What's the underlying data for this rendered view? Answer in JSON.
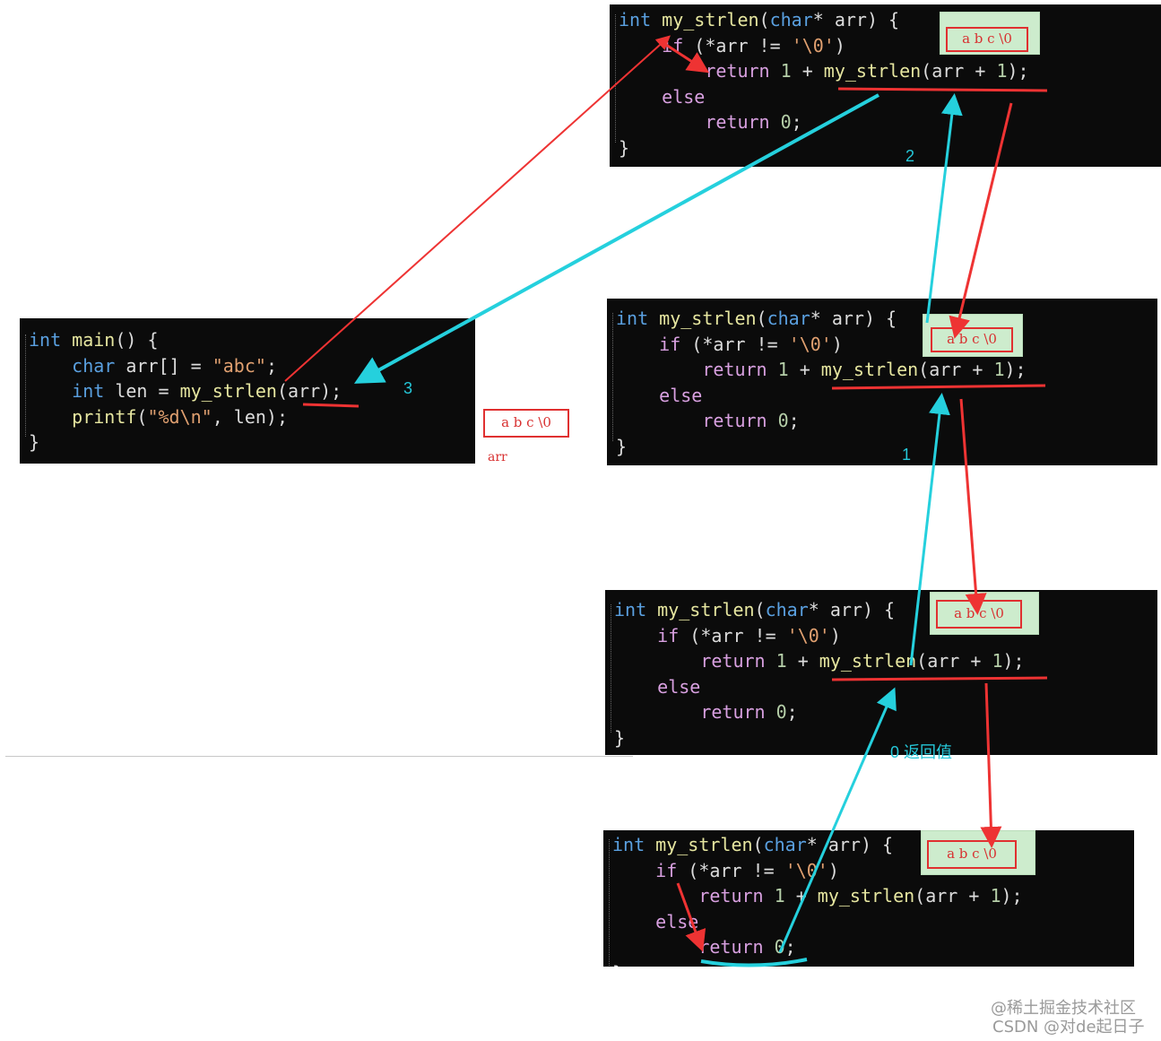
{
  "code_main": {
    "lines": [
      [
        {
          "t": "int",
          "c": "kw"
        },
        {
          "t": " "
        },
        {
          "t": "main",
          "c": "fn"
        },
        {
          "t": "() {"
        }
      ],
      [
        {
          "t": "    "
        },
        {
          "t": "char",
          "c": "kw"
        },
        {
          "t": " arr[] = "
        },
        {
          "t": "\"abc\"",
          "c": "str"
        },
        {
          "t": ";"
        }
      ],
      [
        {
          "t": "    "
        },
        {
          "t": "int",
          "c": "kw"
        },
        {
          "t": " len = "
        },
        {
          "t": "my_strlen",
          "c": "fn"
        },
        {
          "t": "(arr);"
        }
      ],
      [
        {
          "t": "    "
        },
        {
          "t": "printf",
          "c": "fn"
        },
        {
          "t": "("
        },
        {
          "t": "\"%d\\n\"",
          "c": "str"
        },
        {
          "t": ", len);"
        }
      ],
      [
        {
          "t": "}"
        }
      ]
    ]
  },
  "code_strlen": {
    "lines": [
      [
        {
          "t": "int",
          "c": "kw"
        },
        {
          "t": " "
        },
        {
          "t": "my_strlen",
          "c": "fn"
        },
        {
          "t": "("
        },
        {
          "t": "char",
          "c": "kw"
        },
        {
          "t": "* arr) {"
        }
      ],
      [
        {
          "t": "    "
        },
        {
          "t": "if",
          "c": "kw2"
        },
        {
          "t": " (*arr != "
        },
        {
          "t": "'\\0'",
          "c": "str"
        },
        {
          "t": ")"
        }
      ],
      [
        {
          "t": "        "
        },
        {
          "t": "return",
          "c": "kw2"
        },
        {
          "t": " "
        },
        {
          "t": "1",
          "c": "num"
        },
        {
          "t": " + "
        },
        {
          "t": "my_strlen",
          "c": "fn"
        },
        {
          "t": "(arr + "
        },
        {
          "t": "1",
          "c": "num"
        },
        {
          "t": ");"
        }
      ],
      [
        {
          "t": "    "
        },
        {
          "t": "else",
          "c": "kw2"
        }
      ],
      [
        {
          "t": "        "
        },
        {
          "t": "return",
          "c": "kw2"
        },
        {
          "t": " "
        },
        {
          "t": "0",
          "c": "num"
        },
        {
          "t": ";"
        }
      ],
      [
        {
          "t": "}"
        }
      ]
    ]
  },
  "memo_text": "a b c \\0",
  "arr_label": "arr",
  "step_labels": {
    "s3": "3",
    "s2": "2",
    "s1": "1",
    "s0": "0 返回值"
  },
  "watermark": {
    "line1": "@稀土掘金技术社区",
    "line2": "CSDN @对de起日子"
  },
  "colors": {
    "call_arrow": "#ee3333",
    "return_arrow": "#25d0dd",
    "panel_bg": "#0b0b0b",
    "memo_bg": "#cdeccd"
  }
}
